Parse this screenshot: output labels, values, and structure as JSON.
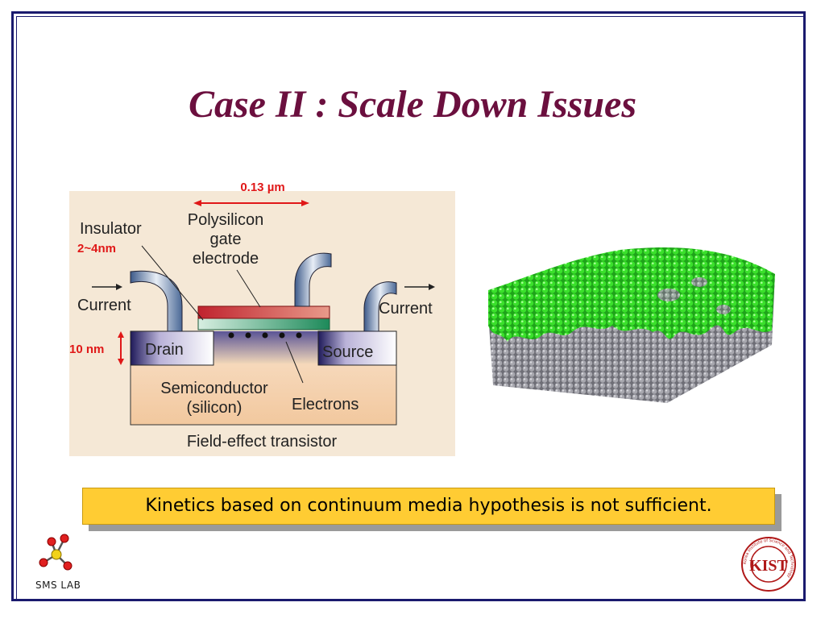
{
  "slide": {
    "title": "Case II : Scale Down Issues",
    "callout": "Kinetics based on continuum media hypothesis is not sufficient."
  },
  "diagram": {
    "width_label": "0.13 µm",
    "insulator_label": "Insulator",
    "insulator_thickness": "2~4nm",
    "gate_label": [
      "Polysilicon",
      "gate",
      "electrode"
    ],
    "current_left": "Current",
    "current_right": "Current",
    "depth_label": "10 nm",
    "drain_label": "Drain",
    "source_label": "Source",
    "semiconductor_label": [
      "Semiconductor",
      "(silicon)"
    ],
    "electrons_label": "Electrons",
    "caption": "Field-effect transistor"
  },
  "footer": {
    "lab_name": "SMS LAB",
    "kist_logo_text": "KIST",
    "kist_seal_text": "Korea Institute of Science and Technology"
  },
  "colors": {
    "title": "#6b0f3e",
    "frame": "#1a1a6e",
    "callout_bg": "#ffcc33",
    "green_atoms": "#33dd22",
    "gray_atoms": "#8a8a90"
  }
}
